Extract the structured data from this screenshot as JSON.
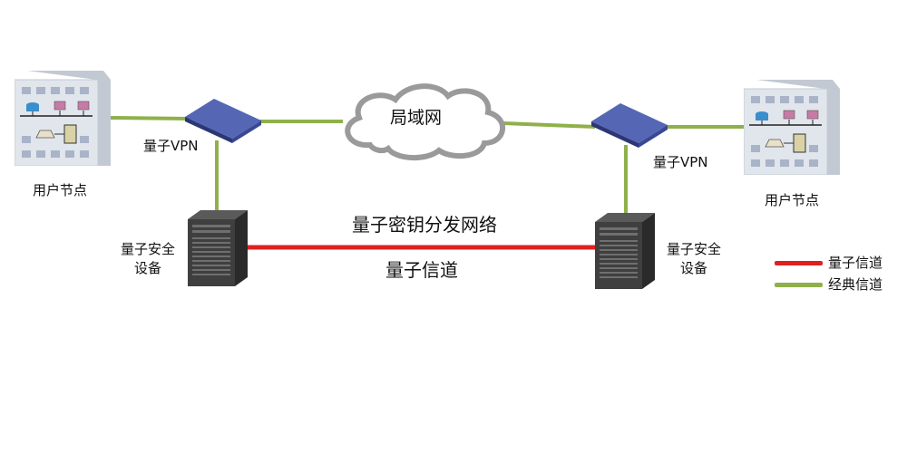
{
  "nodes": {
    "user_left": "用户节点",
    "user_right": "用户节点",
    "vpn_left": "量子VPN",
    "vpn_right": "量子VPN",
    "security_left": [
      "量子安全",
      "设备"
    ],
    "security_right": [
      "量子安全",
      "设备"
    ],
    "cloud": "局域网"
  },
  "labels": {
    "qkd_network": "量子密钥分发网络",
    "quantum_channel": "量子信道"
  },
  "legend": {
    "items": [
      {
        "label": "量子信道",
        "color": "#e02020"
      },
      {
        "label": "经典信道",
        "color": "#8fb04a"
      }
    ]
  },
  "colors": {
    "quantum_channel": "#e02020",
    "classical_channel": "#8fb04a",
    "vpn_device": "#4a5aa8",
    "building": "#dfe3ea",
    "rack": "#3c3c3c"
  },
  "icons": [
    "building-icon",
    "vpn-device-icon",
    "cloud-icon",
    "server-rack-icon"
  ]
}
